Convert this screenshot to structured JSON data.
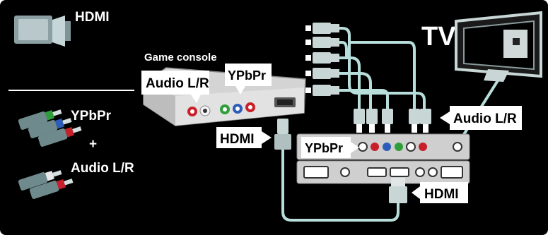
{
  "legend": {
    "hdmi_label": "HDMI",
    "ypbpr_label": "YPbPr",
    "plus_label": "+",
    "audio_label": "Audio L/R"
  },
  "game_console": {
    "title": "Game console",
    "audio_tag": "Audio L/R",
    "ypbpr_tag": "YPbPr"
  },
  "callouts": {
    "hdmi_left": "HDMI",
    "audio_right": "Audio L/R",
    "ypbpr_tv": "YPbPr",
    "hdmi_bottom": "HDMI"
  },
  "tv": {
    "label": "TV"
  },
  "colors": {
    "background": "#000000",
    "cable": "#b7dedb",
    "device_body": "#d4d4d4",
    "green_jack": "#2e9e3a",
    "blue_jack": "#2c5db8",
    "red_jack": "#c8202a",
    "label_box": "#ffffff"
  }
}
